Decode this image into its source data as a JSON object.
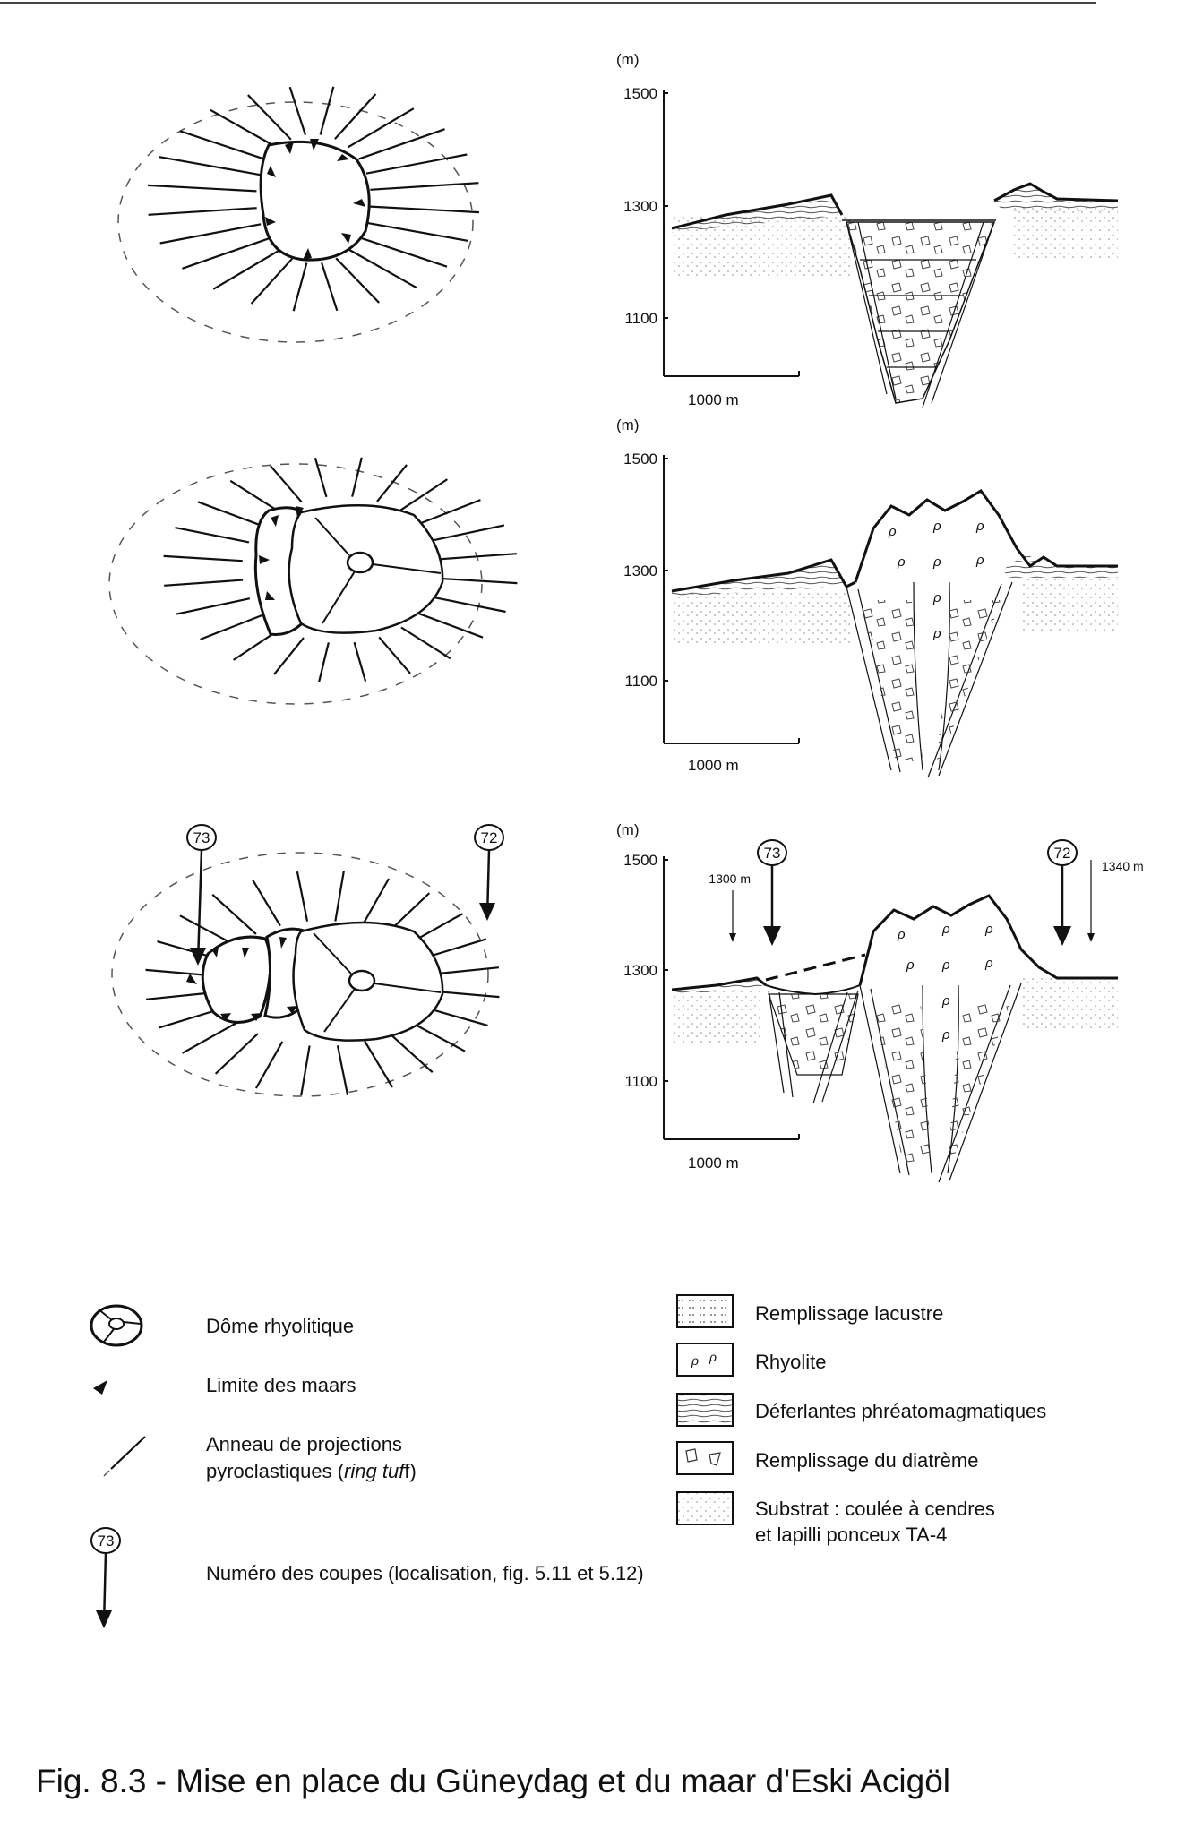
{
  "sections": [
    {
      "unit": "(m)",
      "yticks": [
        "1500",
        "1300",
        "1100"
      ],
      "scale_label": "1000 m"
    },
    {
      "unit": "(m)",
      "yticks": [
        "1500",
        "1300",
        "1100"
      ],
      "scale_label": "1000 m"
    },
    {
      "unit": "(m)",
      "yticks": [
        "1500",
        "1300",
        "1100"
      ],
      "scale_label": "1000 m",
      "elevation_left": "1300 m",
      "elevation_right": "1340 m"
    }
  ],
  "section_markers": [
    "73",
    "72"
  ],
  "legend": {
    "left": [
      {
        "symbol": "dome-icon",
        "text": "Dôme rhyolitique"
      },
      {
        "symbol": "maar-limit-icon",
        "text": "Limite des maars"
      },
      {
        "symbol": "ring-tuff-icon",
        "text_line1": "Anneau de projections",
        "text_line2_prefix": "pyroclastiques (",
        "text_line2_italic": "ring tuf",
        "text_line2_suffix": "f)"
      },
      {
        "symbol": "section-arrow-icon",
        "marker": "73",
        "text": "Numéro des coupes (localisation, fig. 5.11 et 5.12)"
      }
    ],
    "right": [
      {
        "symbol": "lacustrine-pattern",
        "text": "Remplissage lacustre"
      },
      {
        "symbol": "rhyolite-pattern",
        "text": "Rhyolite"
      },
      {
        "symbol": "surge-pattern",
        "text": "Déferlantes phréatomagmatiques"
      },
      {
        "symbol": "diatreme-pattern",
        "text": "Remplissage du diatrème"
      },
      {
        "symbol": "substrate-pattern",
        "text_line1": "Substrat : coulée à cendres",
        "text_line2": "et lapilli ponceux TA-4"
      }
    ]
  },
  "caption": "Fig. 8.3 - Mise en place du Güneydag et du maar d'Eski Acigöl"
}
